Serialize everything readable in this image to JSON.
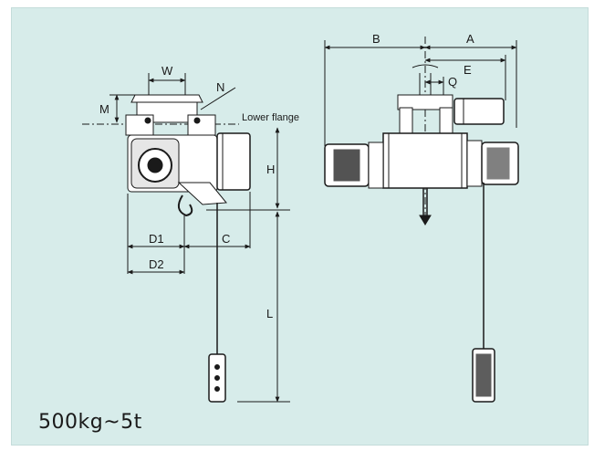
{
  "diagram": {
    "caption": "500kg~5t",
    "lower_flange_label": "Lower flange",
    "labels": {
      "W": "W",
      "N": "N",
      "M": "M",
      "H": "H",
      "L": "L",
      "C": "C",
      "D1": "D1",
      "D2": "D2",
      "A": "A",
      "B": "B",
      "E": "E",
      "Q": "Q"
    },
    "colors": {
      "panel": "#d7ecea",
      "line": "#1a1a1a",
      "body_light": "#ffffff"
    }
  }
}
